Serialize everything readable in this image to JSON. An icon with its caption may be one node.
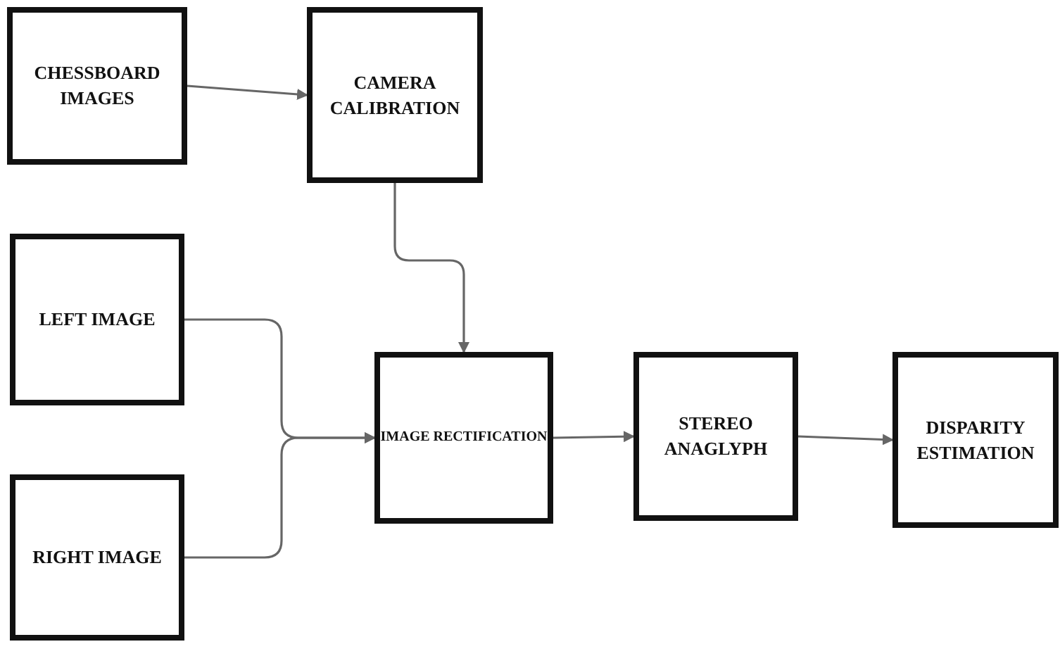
{
  "diagram": {
    "nodes": [
      {
        "text": [
          "CHESSBOARD IMAGES"
        ]
      },
      {
        "text": [
          "CAMERA CALIBRATION"
        ]
      },
      {
        "text": [
          "LEFT IMAGE"
        ]
      },
      {
        "text": [
          "RIGHT IMAGE"
        ]
      },
      {
        "text": [
          "IMAGE RECTIFICATION"
        ]
      },
      {
        "text": [
          "STEREO ANAGLYPH"
        ]
      },
      {
        "text": [
          "DISPARITY ESTIMATION"
        ]
      }
    ],
    "edges": [
      {
        "from": 0,
        "to": 1,
        "arrow": "to"
      },
      {
        "from": 1,
        "to": 4,
        "arrow": "to"
      },
      {
        "from": 2,
        "to": 4,
        "arrow": "to"
      },
      {
        "from": 3,
        "to": 4,
        "arrow": "to"
      },
      {
        "from": 4,
        "to": 5,
        "arrow": "to"
      },
      {
        "from": 5,
        "to": 6,
        "arrow": "to"
      }
    ]
  }
}
